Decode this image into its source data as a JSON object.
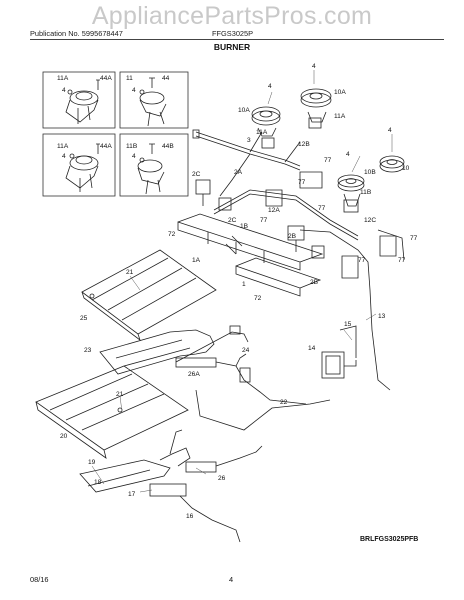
{
  "watermark": "AppliancePartsPros.com",
  "header": {
    "publication": "Publication No. 5995678447",
    "model": "FFGS3025P"
  },
  "title": "BURNER",
  "footer": {
    "date": "08/16",
    "page": "4"
  },
  "reference_code": "BRLFGS3025PFB",
  "callouts": {
    "c1": "1",
    "c1a": "1A",
    "c1b": "1B",
    "c2a": "2A",
    "c2b": "2B",
    "c2c": "2C",
    "c3": "3",
    "c4a": "4",
    "c4b": "4",
    "c4c": "4",
    "c4d": "4",
    "c10": "10",
    "c10a1": "10A",
    "c10a2": "10A",
    "c10b": "10B",
    "c11a1": "11A",
    "c11a2": "11A",
    "c11b": "11B",
    "c12a": "12A",
    "c12b": "12B",
    "c12c": "12C",
    "c13": "13",
    "c14": "14",
    "c15": "15",
    "c16": "16",
    "c17": "17",
    "c18": "18",
    "c19": "19",
    "c20": "20",
    "c21a": "21",
    "c21b": "21",
    "c22": "22",
    "c23": "23",
    "c24": "24",
    "c25": "25",
    "c26": "26",
    "c26a": "26A",
    "c72a": "72",
    "c72b": "72",
    "c77a": "77",
    "c77b": "77",
    "c77c": "77",
    "c77d": "77",
    "c77e": "77",
    "c77f": "77"
  },
  "inset_panels": {
    "p1": {
      "label": "11A",
      "part": "44A",
      "screw": "4"
    },
    "p2": {
      "label": "11",
      "part": "44",
      "screw": "4"
    },
    "p3": {
      "label": "11A",
      "part": "44A",
      "screw": "4"
    },
    "p4": {
      "label": "11B",
      "part": "44B",
      "screw": "4"
    }
  }
}
